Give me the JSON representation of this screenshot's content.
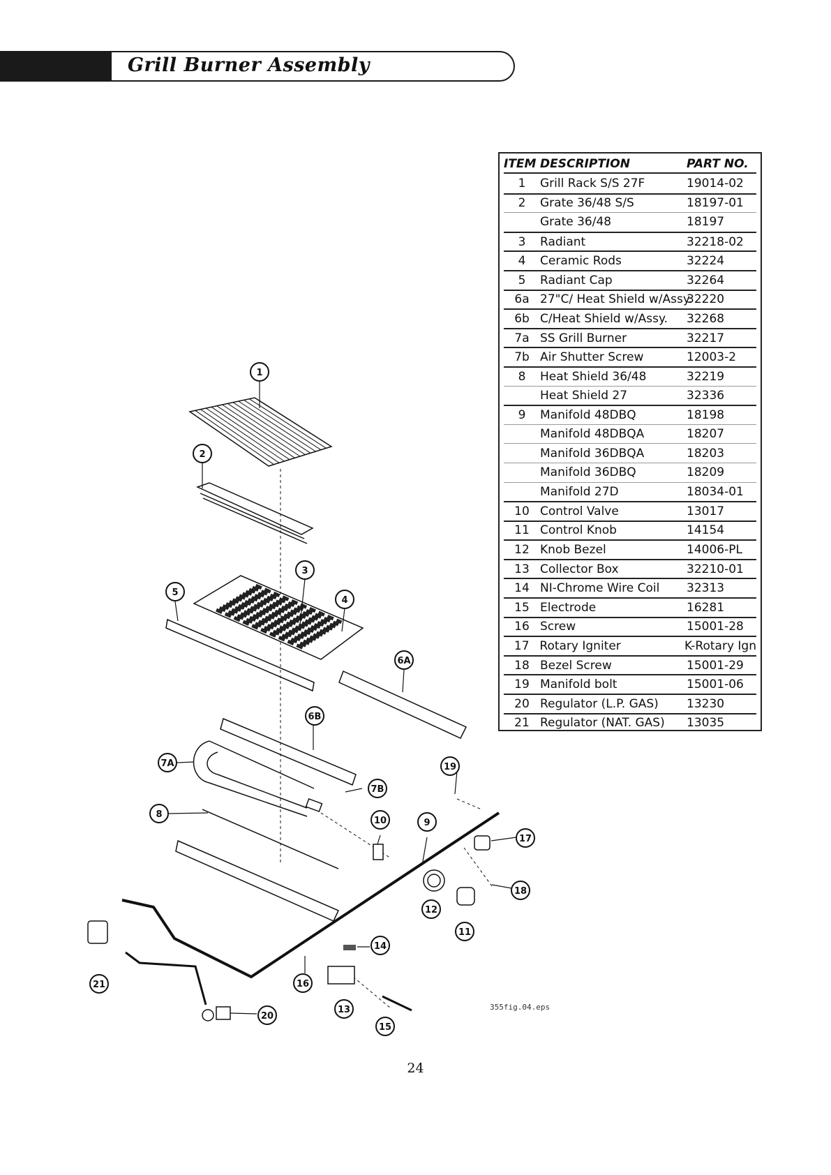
{
  "header": {
    "title": "Grill Burner Assembly"
  },
  "table": {
    "headers": {
      "item": "ITEM",
      "description": "DESCRIPTION",
      "part": "PART NO."
    },
    "rows": [
      {
        "item": "1",
        "desc": "Grill Rack S/S 27F",
        "part": "19014-02"
      },
      {
        "item": "2",
        "desc": "Grate 36/48 S/S",
        "part": "18197-01"
      },
      {
        "item": "",
        "desc": "Grate 36/48",
        "part": "18197"
      },
      {
        "item": "3",
        "desc": "Radiant",
        "part": "32218-02"
      },
      {
        "item": "4",
        "desc": "Ceramic Rods",
        "part": "32224"
      },
      {
        "item": "5",
        "desc": "Radiant Cap",
        "part": "32264"
      },
      {
        "item": "6a",
        "desc": "27\"C/ Heat Shield w/Assy.",
        "part": "32220"
      },
      {
        "item": "6b",
        "desc": " C/Heat Shield w/Assy.",
        "part": "32268"
      },
      {
        "item": "7a",
        "desc": "SS Grill Burner",
        "part": "32217"
      },
      {
        "item": "7b",
        "desc": "Air Shutter Screw",
        "part": "12003-2"
      },
      {
        "item": "8",
        "desc": "Heat Shield 36/48",
        "part": "32219"
      },
      {
        "item": "",
        "desc": "Heat Shield 27",
        "part": "32336"
      },
      {
        "item": "9",
        "desc": "Manifold 48DBQ",
        "part": "18198"
      },
      {
        "item": "",
        "desc": "Manifold 48DBQA",
        "part": "18207"
      },
      {
        "item": "",
        "desc": "Manifold 36DBQA",
        "part": "18203"
      },
      {
        "item": "",
        "desc": "Manifold 36DBQ",
        "part": "18209"
      },
      {
        "item": "",
        "desc": "Manifold 27D",
        "part": "18034-01"
      },
      {
        "item": "10",
        "desc": "Control Valve",
        "part": "13017"
      },
      {
        "item": "11",
        "desc": "Control Knob",
        "part": "14154"
      },
      {
        "item": "12",
        "desc": "Knob Bezel",
        "part": "14006-PL"
      },
      {
        "item": "13",
        "desc": "Collector Box",
        "part": "32210-01"
      },
      {
        "item": "14",
        "desc": "NI-Chrome Wire Coil",
        "part": "32313"
      },
      {
        "item": "15",
        "desc": "Electrode",
        "part": "16281"
      },
      {
        "item": "16",
        "desc": "Screw",
        "part": "15001-28"
      },
      {
        "item": "17",
        "desc": "Rotary Igniter",
        "part": "K-Rotary Ign"
      },
      {
        "item": "18",
        "desc": "Bezel Screw",
        "part": "15001-29"
      },
      {
        "item": "19",
        "desc": "Manifold bolt",
        "part": "15001-06"
      },
      {
        "item": "20",
        "desc": "Regulator (L.P. GAS)",
        "part": "13230"
      },
      {
        "item": "21",
        "desc": "Regulator (NAT. GAS)",
        "part": "13035"
      }
    ]
  },
  "callouts": {
    "c1": "1",
    "c2": "2",
    "c3": "3",
    "c4": "4",
    "c5": "5",
    "c6a": "6A",
    "c6b": "6B",
    "c7a": "7A",
    "c7b": "7B",
    "c8": "8",
    "c9": "9",
    "c10": "10",
    "c11": "11",
    "c12": "12",
    "c13": "13",
    "c14": "14",
    "c15": "15",
    "c16": "16",
    "c17": "17",
    "c18": "18",
    "c19": "19",
    "c20": "20",
    "c21": "21"
  },
  "figure_name": "355fig.04.eps",
  "page_number": "24"
}
